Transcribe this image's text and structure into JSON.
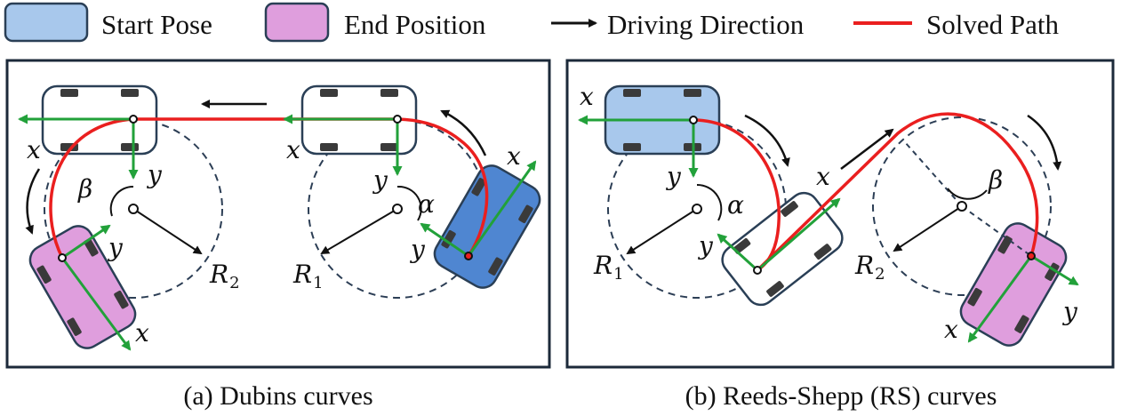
{
  "legend": {
    "start_pose": "Start Pose",
    "end_position": "End Position",
    "driving_direction": "Driving Direction",
    "solved_path": "Solved Path"
  },
  "panel_a": {
    "caption": "(a) Dubins curves",
    "labels": {
      "x1": "x",
      "y1": "y",
      "x2": "x",
      "y2": "y",
      "x3": "x",
      "y3": "y",
      "x4": "x",
      "y4": "y",
      "beta": "β",
      "alpha": "α",
      "r2": "R",
      "r2_sub": "2",
      "r1": "R",
      "r1_sub": "1"
    }
  },
  "panel_b": {
    "caption": "(b) Reeds-Shepp (RS) curves",
    "labels": {
      "x1": "x",
      "y1": "y",
      "x2": "x",
      "y2": "y",
      "x3": "x",
      "y3": "y",
      "alpha": "α",
      "beta": "β",
      "r1": "R",
      "r1_sub": "1",
      "r2": "R",
      "r2_sub": "2"
    }
  },
  "colors": {
    "start_fill": "#a8c8ec",
    "start_stroke": "#2a3f56",
    "end_fill": "#df9edd",
    "intermediate_fill": "#4f86d1",
    "path": "#ea1f1f",
    "axis": "#22a13a",
    "frame": "#1c2a3a",
    "wheel": "#3a3a3a"
  }
}
